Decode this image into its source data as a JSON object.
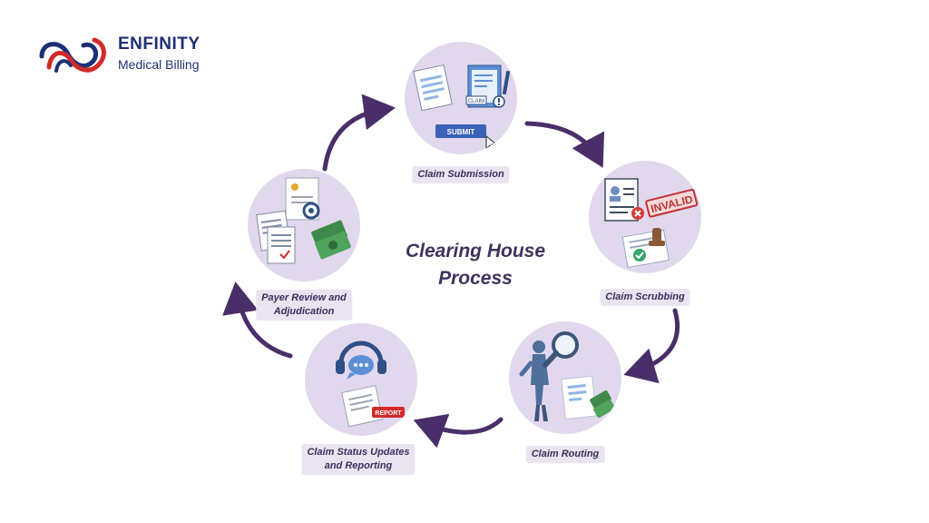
{
  "brand": {
    "name": "ENFINITY",
    "tagline": "Medical Billing",
    "colors": {
      "navy": "#1d2f77",
      "red": "#d42a2a"
    }
  },
  "diagram": {
    "title_line1": "Clearing House",
    "title_line2": "Process",
    "colors": {
      "circle": "#e2d8ee",
      "arrow": "#4a2e69",
      "label_bg": "#eae4f1",
      "text": "#3b2f5c"
    },
    "steps": [
      {
        "label": "Claim Submission",
        "icon": "claim-submission-illustration",
        "badge": "SUBMIT",
        "tag": "CLAIM"
      },
      {
        "label": "Claim Scrubbing",
        "icon": "claim-scrubbing-illustration",
        "badge": "INVALID"
      },
      {
        "label": "Claim  Routing",
        "icon": "claim-routing-illustration"
      },
      {
        "label_line1": "Claim Status Updates",
        "label_line2": "and Reporting",
        "icon": "status-reporting-illustration",
        "badge": "REPORT"
      },
      {
        "label_line1": "Payer Review and",
        "label_line2": "Adjudication",
        "icon": "payer-review-illustration"
      }
    ]
  }
}
